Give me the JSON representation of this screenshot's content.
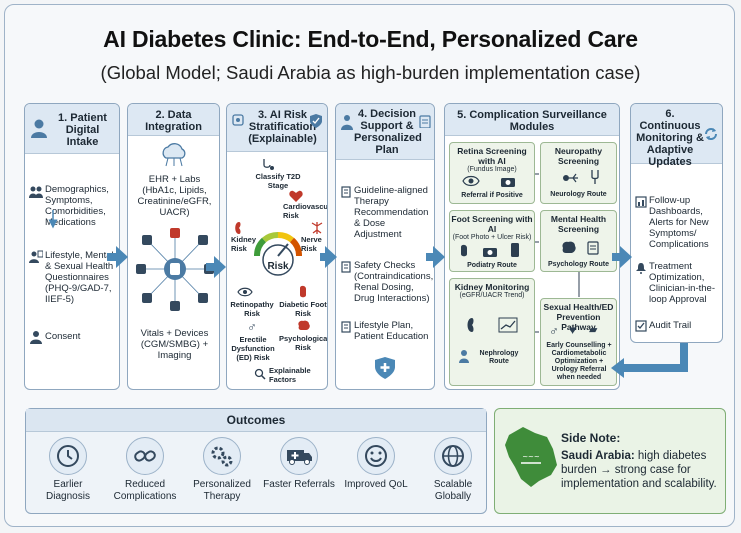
{
  "title": "AI Diabetes Clinic: End-to-End, Personalized Care",
  "subtitle": "(Global Model; Saudi Arabia as high-burden implementation case)",
  "col1": {
    "title": "1. Patient Digital Intake",
    "items": [
      "Demographics, Symptoms, Comorbidities, Medications",
      "Lifestyle, Mental & Sexual Health Questionnaires (PHQ-9/GAD-7, IIEF-5)",
      "Consent"
    ]
  },
  "col2": {
    "title": "2. Data Integration",
    "top_text": "EHR + Labs (HbA1c, Lipids, Creatinine/eGFR, UACR)",
    "bottom_text": "Vitals + Devices (CGM/SMBG) + Imaging"
  },
  "col3": {
    "title": "3. AI Risk Stratification (Explainable)",
    "classify": "Classify T2D Stage",
    "cardio": "Cardiovascular Risk",
    "kidney": "Kidney Risk",
    "nerve": "Nerve Risk",
    "gauge_label": "Risk",
    "retinopathy": "Retinopathy Risk",
    "diabetic_foot": "Diabetic Foot Risk",
    "ed": "Erectile Dysfunction (ED) Risk",
    "psych": "Psychological Risk",
    "explainable": "Explainable Factors"
  },
  "col4": {
    "title": "4. Decision Support & Personalized Plan",
    "items": [
      "Guideline-aligned Therapy Recommendation & Dose Adjustment",
      "Safety Checks (Contraindications, Renal Dosing, Drug Interactions)",
      "Lifestyle Plan, Patient Education"
    ]
  },
  "col5": {
    "title": "5. Complication Surveillance Modules",
    "retina": {
      "title": "Retina Screening with AI",
      "title2": "(Fundus Image)",
      "note": "Referral if Positive"
    },
    "neuropathy": {
      "title": "Neuropathy Screening",
      "note": "Neurology Route"
    },
    "foot": {
      "title": "Foot Screening with AI",
      "title2": "(Foot Photo + Ulcer Risk)",
      "note": "Podiatry Route"
    },
    "mental": {
      "title": "Mental Health Screening",
      "note": "Psychology Route"
    },
    "kidney": {
      "title": "Kidney Monitoring",
      "title2": "(eGFR/UACR Trend)",
      "note": "Nephrology Route"
    },
    "sexual": {
      "title": "Sexual Health/ED Prevention Pathway",
      "note": "Early Counselling + Cardiometabolic Optimization + Urology Referral when needed"
    }
  },
  "col6": {
    "title": "6. Continuous Monitoring & Adaptive Updates",
    "items": [
      "Follow-up Dashboards, Alerts for New Symptoms/ Complications",
      "Treatment Optimization, Clinician-in-the-loop Approval",
      "Audit Trail"
    ]
  },
  "outcomes": {
    "title": "Outcomes",
    "items": [
      {
        "label": "Earlier Diagnosis",
        "icon": "clock-icon"
      },
      {
        "label": "Reduced Complications",
        "icon": "broken-link-icon"
      },
      {
        "label": "Personalized Therapy",
        "icon": "gears-icon"
      },
      {
        "label": "Faster Referrals",
        "icon": "ambulance-icon"
      },
      {
        "label": "Improved QoL",
        "icon": "smile-icon"
      },
      {
        "label": "Scalable Globally",
        "icon": "globe-icon"
      }
    ]
  },
  "sidenote": {
    "title": "Side Note:",
    "bold": "Saudi Arabia:",
    "text": "high diabetes burden → strong case for implementation and scalability."
  },
  "colors": {
    "header_bg": "#dde8f3",
    "arrow": "#4b88b6",
    "green": "#7fae75",
    "saudi_green": "#3f8c3a"
  }
}
